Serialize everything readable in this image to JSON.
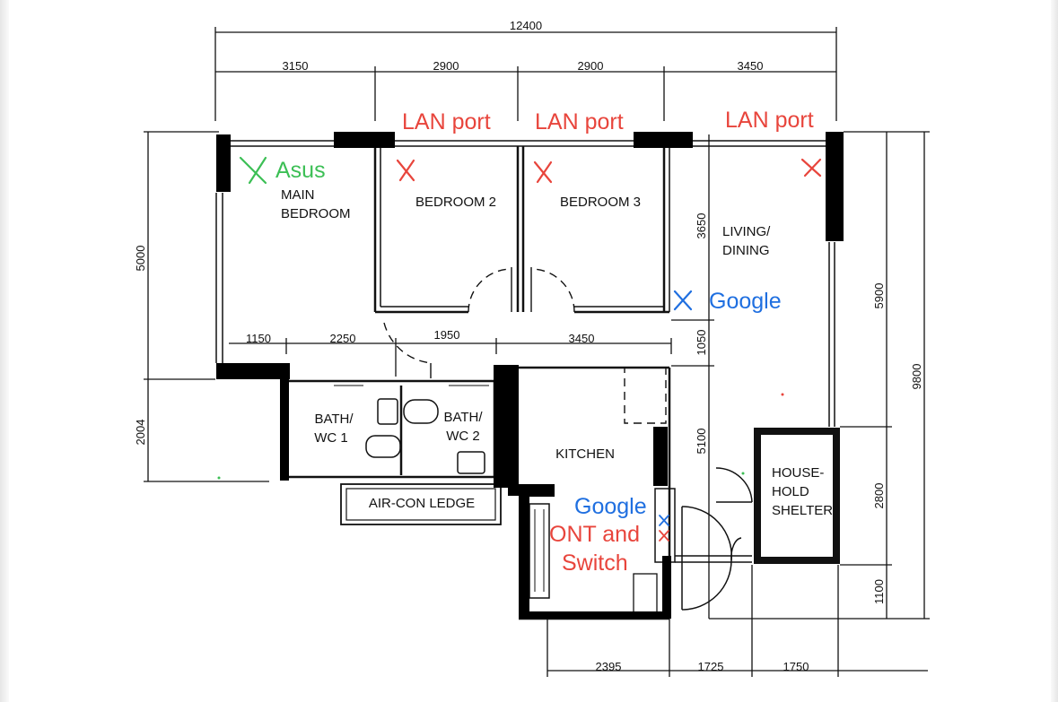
{
  "dimensions": {
    "overall_width": "12400",
    "top_segments": [
      "3150",
      "2900",
      "2900",
      "3450"
    ],
    "inner_row": [
      "1150",
      "2250",
      "1950",
      "3450"
    ],
    "bottom_row": [
      "2395",
      "1725",
      "1750"
    ],
    "left_side": [
      "5000",
      "2004"
    ],
    "right_side": [
      "5900",
      "9800",
      "2800",
      "1100"
    ],
    "living_side": [
      "3650",
      "1050",
      "5100"
    ]
  },
  "rooms": {
    "main_bedroom": [
      "MAIN",
      "BEDROOM"
    ],
    "bedroom_2": "BEDROOM 2",
    "bedroom_3": "BEDROOM 3",
    "living_dining": [
      "LIVING/",
      "DINING"
    ],
    "bath_1": [
      "BATH/",
      "WC 1"
    ],
    "bath_2": [
      "BATH/",
      "WC 2"
    ],
    "kitchen": "KITCHEN",
    "aircon_ledge": "AIR-CON LEDGE",
    "shelter": [
      "HOUSE-",
      "HOLD",
      "SHELTER"
    ]
  },
  "annotations": {
    "lan_port": "LAN port",
    "asus": "Asus",
    "google": "Google",
    "google_kitchen": "Google",
    "ont_line1": "ONT and",
    "ont_line2": "Switch",
    "colors": {
      "red": "#e8453c",
      "blue": "#1f6fe0",
      "green": "#3cbf55"
    }
  }
}
